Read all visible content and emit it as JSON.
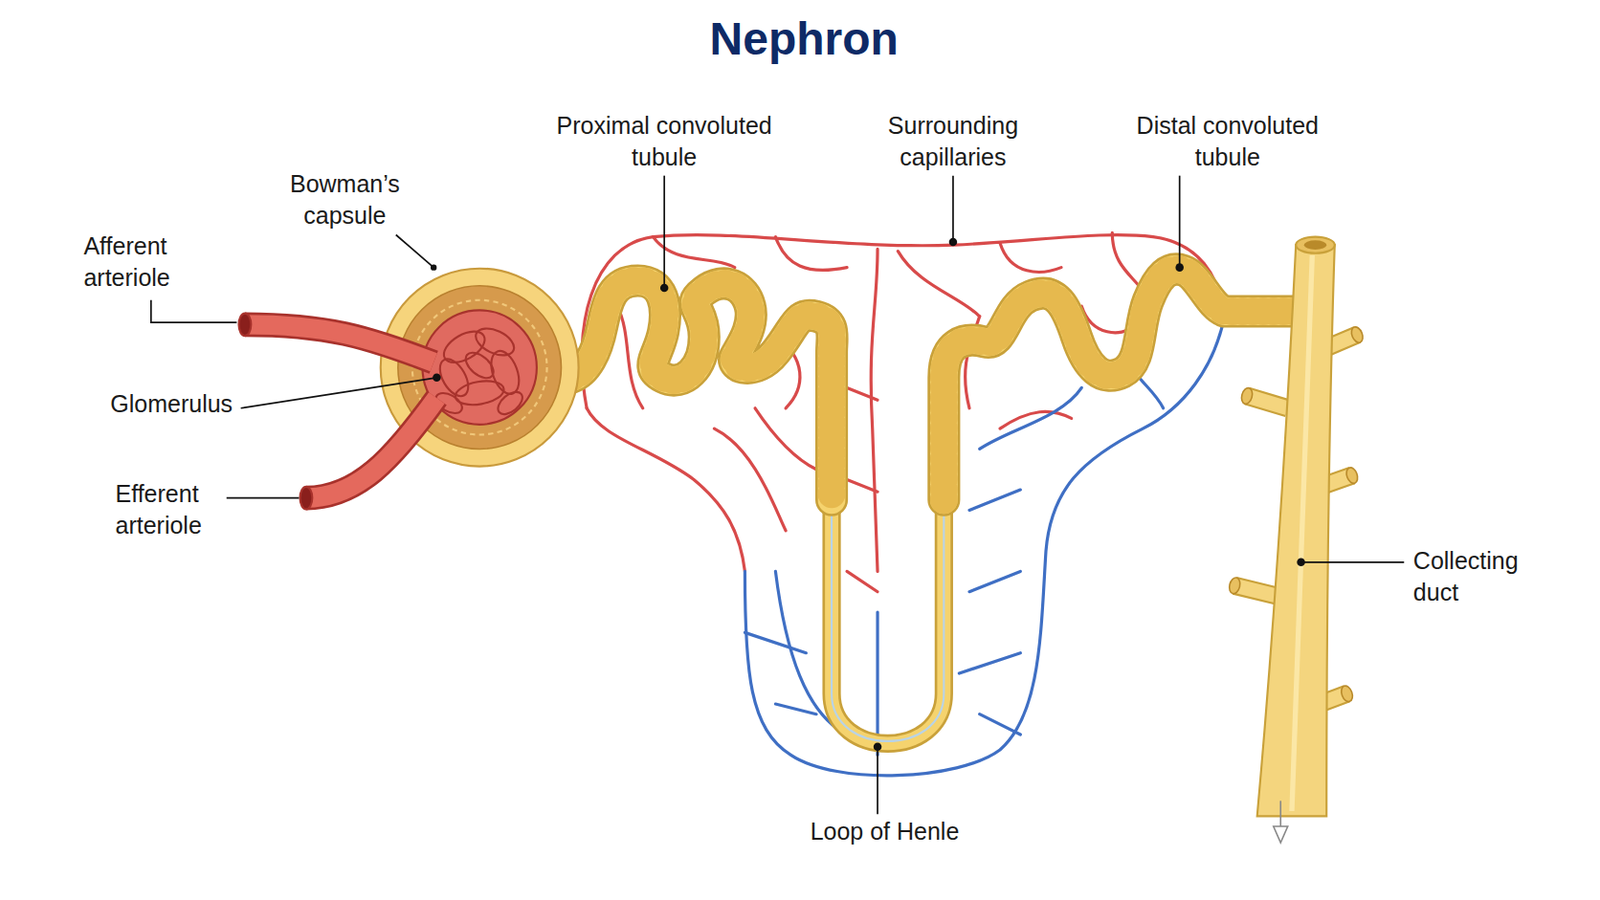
{
  "diagram": {
    "title": "Nephron",
    "labels": [
      "Afferent arteriole",
      "Bowman’s capsule",
      "Glomerulus",
      "Efferent arteriole",
      "Proximal convoluted tubule",
      "Surrounding capillaries",
      "Distal convoluted tubule",
      "Loop of Henle",
      "Collecting duct"
    ]
  }
}
